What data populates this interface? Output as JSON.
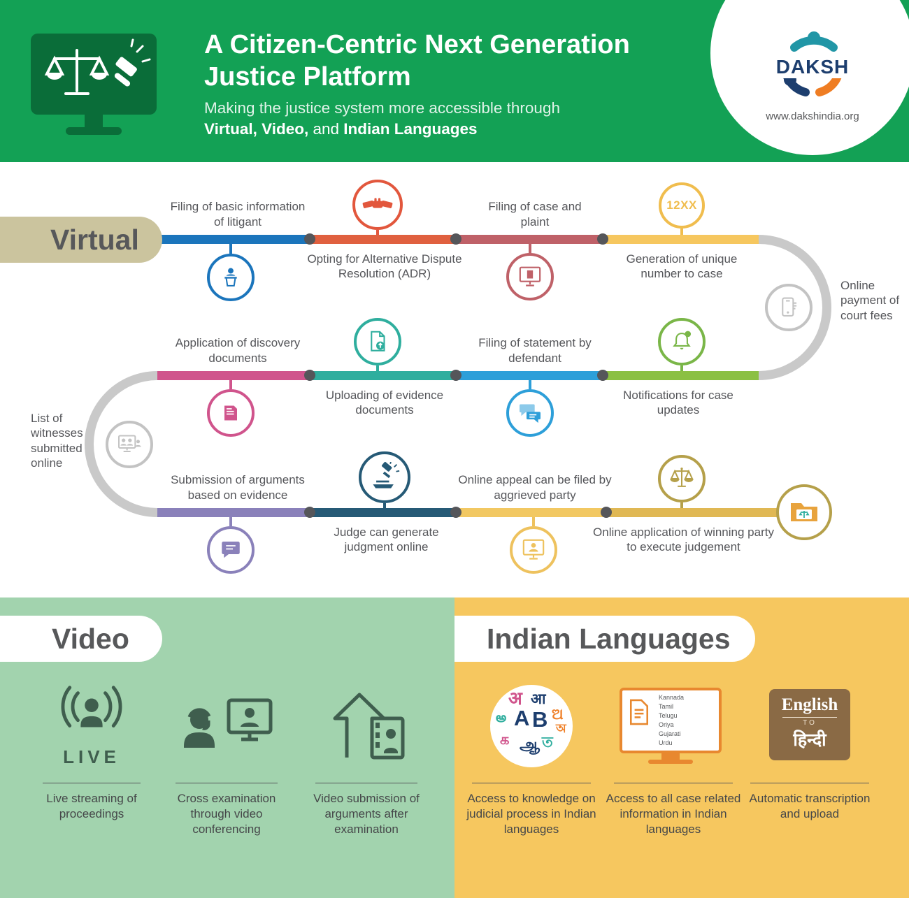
{
  "palette": {
    "header_green": "#13a155",
    "virtual_tab_beige": "#cbc49e",
    "video_bg_green": "#a2d3ae",
    "languages_bg_yellow": "#f6c75f",
    "text_gray": "#55565a",
    "flow_gray": "#c9c9c9",
    "step_blue": "#1b75bc",
    "step_orange": "#e2573d",
    "step_rose": "#bf6168",
    "step_yellow": "#f6c75f",
    "step_pink": "#d0548c",
    "step_teal": "#2fae9e",
    "step_lightblue": "#2d9fd9",
    "step_green": "#8bc043",
    "step_purple": "#8a81ba",
    "step_navy": "#265a76",
    "step_olive": "#b5a04a",
    "logo_navy": "#1d3e6e",
    "logo_teal": "#2196a6",
    "logo_orange": "#ef7d23",
    "translate_brown": "#8a6a45"
  },
  "header": {
    "title_line1": "A Citizen-Centric Next Generation",
    "title_line2": "Justice Platform",
    "subtitle_line1": "Making the justice system more accessible through",
    "subtitle_bold1": "Virtual, Video,",
    "subtitle_mid": " and ",
    "subtitle_bold2": "Indian Languages",
    "logo": {
      "name": "DAKSH",
      "website": "www.dakshindia.org"
    }
  },
  "virtual": {
    "tab": "Virtual",
    "steps": {
      "litigant": "Filing of basic information of litigant",
      "adr": "Opting for Alternative Dispute Resolution (ADR)",
      "case_plaint": "Filing of case and plaint",
      "unique_number_badge": "12XX",
      "unique_number": "Generation of unique number to case",
      "payment": "Online payment of court fees",
      "discovery": "Application of discovery documents",
      "evidence": "Uploading of evidence documents",
      "statement": "Filing of statement by defendant",
      "notifications": "Notifications for case updates",
      "witnesses": "List of witnesses submitted online",
      "arguments": "Submission of arguments based on evidence",
      "judgment": "Judge can generate judgment online",
      "appeal": "Online appeal can be filed by aggrieved party",
      "execute": "Online application of winning party to execute judgement"
    }
  },
  "video": {
    "tab": "Video",
    "live_badge": "LIVE",
    "items": [
      {
        "caption": "Live streaming of proceedings"
      },
      {
        "caption": "Cross examination through video conferencing"
      },
      {
        "caption": "Video submission of arguments after examination"
      }
    ]
  },
  "languages": {
    "tab": "Indian Languages",
    "items": [
      {
        "caption": "Access to knowledge on judicial process in Indian languages"
      },
      {
        "caption": "Access to all case related information in Indian languages"
      },
      {
        "caption": "Automatic transcription and upload"
      }
    ],
    "script_letters": [
      "अ",
      "आ",
      "అ",
      "A",
      "B",
      "ଅ",
      "க",
      "ஆ",
      "ত",
      "অ"
    ],
    "monitor_list": [
      "Kannada",
      "Tamil",
      "Telugu",
      "Oriya",
      "Gujarati",
      "Urdu"
    ],
    "translate_box": {
      "line1": "English",
      "line2": "TO",
      "line3": "हिन्दी"
    }
  }
}
